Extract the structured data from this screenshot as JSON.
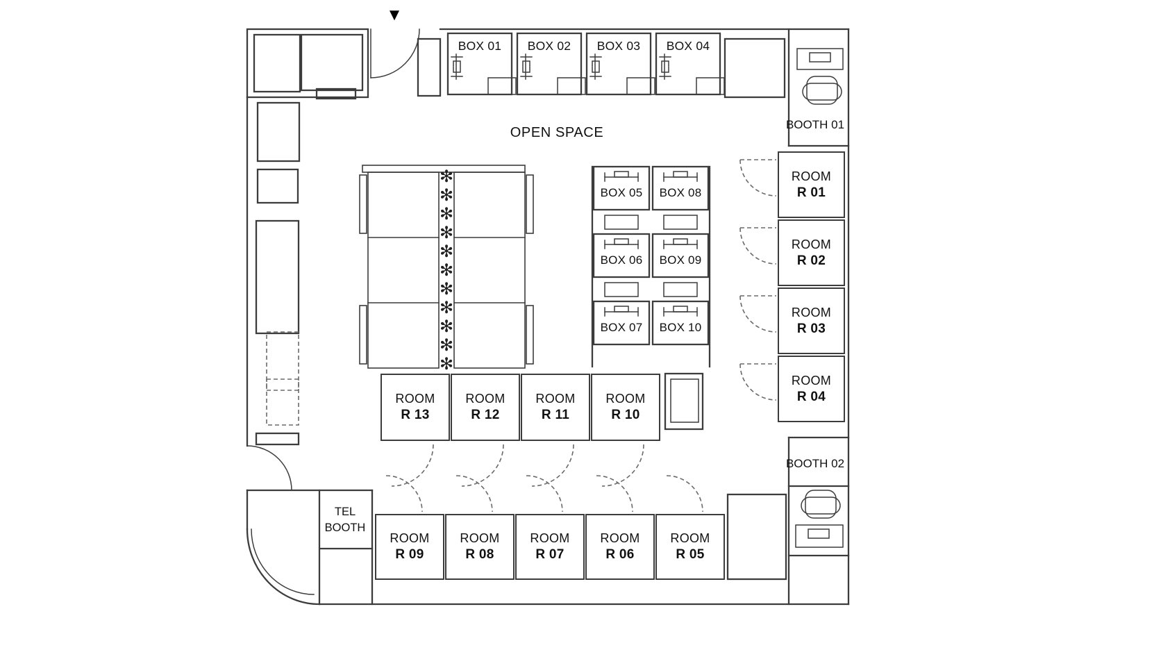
{
  "icons": {
    "entrance_marker": "▼",
    "plant": "✻"
  },
  "open_space": {
    "label": "OPEN SPACE"
  },
  "top_boxes": [
    {
      "label": "BOX 01"
    },
    {
      "label": "BOX 02"
    },
    {
      "label": "BOX 03"
    },
    {
      "label": "BOX 04"
    }
  ],
  "mid_boxes": [
    {
      "label": "BOX 05"
    },
    {
      "label": "BOX 08"
    },
    {
      "label": "BOX 06"
    },
    {
      "label": "BOX 09"
    },
    {
      "label": "BOX 07"
    },
    {
      "label": "BOX 10"
    }
  ],
  "right_rooms": [
    {
      "type": "ROOM",
      "number": "R 01"
    },
    {
      "type": "ROOM",
      "number": "R 02"
    },
    {
      "type": "ROOM",
      "number": "R 03"
    },
    {
      "type": "ROOM",
      "number": "R 04"
    }
  ],
  "middle_rooms": [
    {
      "type": "ROOM",
      "number": "R 13"
    },
    {
      "type": "ROOM",
      "number": "R 12"
    },
    {
      "type": "ROOM",
      "number": "R 11"
    },
    {
      "type": "ROOM",
      "number": "R 10"
    }
  ],
  "bottom_rooms": [
    {
      "type": "ROOM",
      "number": "R 09"
    },
    {
      "type": "ROOM",
      "number": "R 08"
    },
    {
      "type": "ROOM",
      "number": "R 07"
    },
    {
      "type": "ROOM",
      "number": "R 06"
    },
    {
      "type": "ROOM",
      "number": "R 05"
    }
  ],
  "booths": {
    "booth_01": "BOOTH 01",
    "booth_02": "BOOTH 02",
    "tel_line1": "TEL",
    "tel_line2": "BOOTH"
  },
  "colors": {
    "wall": "#3c3c3c",
    "dash": "#6a6a6a",
    "text": "#111111"
  }
}
